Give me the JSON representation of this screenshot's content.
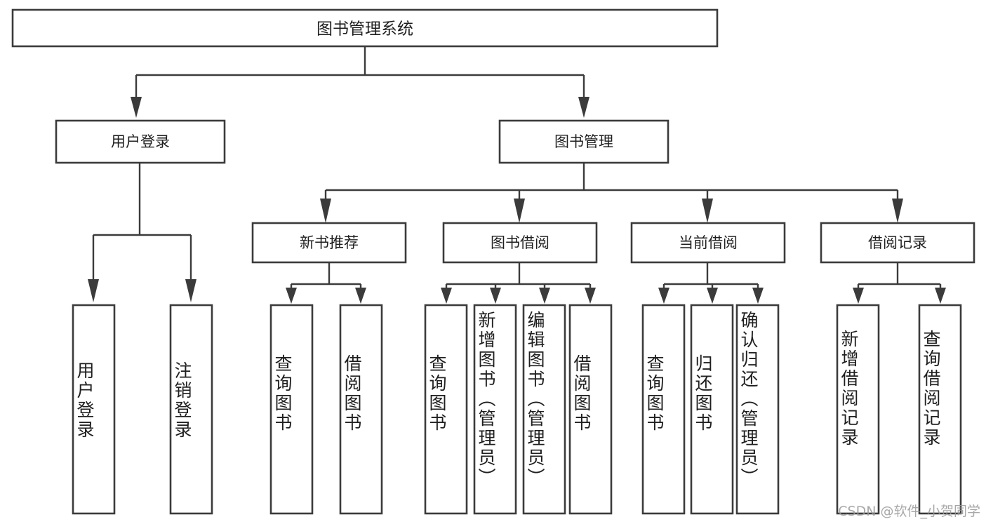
{
  "diagram": {
    "type": "tree-hierarchy",
    "title": "图书管理系统",
    "orientation": "top-down",
    "watermark": "CSDN @软件_小贺同学",
    "stroke_color": "#3b3b3b",
    "fill_color": "#ffffff",
    "text_color": "#1f1f1f",
    "root": {
      "label": "图书管理系统",
      "level": 0
    },
    "level1": [
      {
        "label": "用户登录",
        "level": 1
      },
      {
        "label": "图书管理",
        "level": 1
      }
    ],
    "level2": [
      {
        "label": "新书推荐",
        "parent": "图书管理"
      },
      {
        "label": "图书借阅",
        "parent": "图书管理"
      },
      {
        "label": "当前借阅",
        "parent": "图书管理"
      },
      {
        "label": "借阅记录",
        "parent": "图书管理"
      }
    ],
    "leaves": [
      {
        "label": "用户登录",
        "parent": "用户登录"
      },
      {
        "label": "注销登录",
        "parent": "用户登录"
      },
      {
        "label": "查询图书",
        "parent": "新书推荐"
      },
      {
        "label": "借阅图书",
        "parent": "新书推荐"
      },
      {
        "label": "查询图书",
        "parent": "图书借阅"
      },
      {
        "label": "新增图书（管理员）",
        "parent": "图书借阅"
      },
      {
        "label": "编辑图书（管理员）",
        "parent": "图书借阅"
      },
      {
        "label": "借阅图书",
        "parent": "图书借阅"
      },
      {
        "label": "查询图书",
        "parent": "当前借阅"
      },
      {
        "label": "归还图书",
        "parent": "当前借阅"
      },
      {
        "label": "确认归还（管理员）",
        "parent": "当前借阅"
      },
      {
        "label": "新增借阅记录",
        "parent": "借阅记录"
      },
      {
        "label": "查询借阅记录",
        "parent": "借阅记录"
      }
    ]
  }
}
